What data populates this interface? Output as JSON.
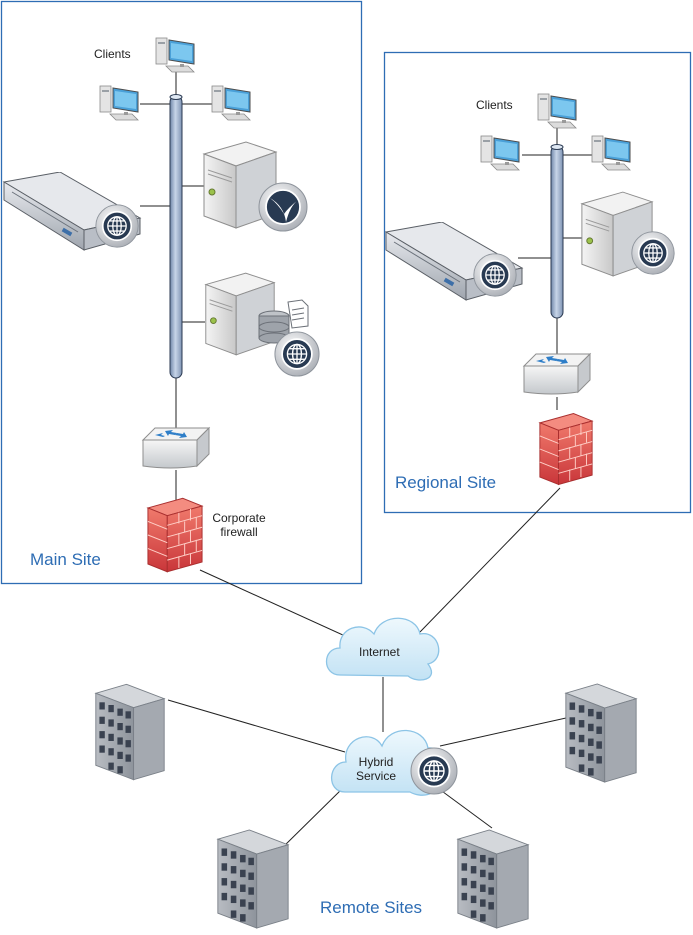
{
  "main_site": {
    "title": "Main Site",
    "clients_label": "Clients",
    "firewall_label_line1": "Corporate",
    "firewall_label_line2": "firewall"
  },
  "regional_site": {
    "title": "Regional Site",
    "clients_label": "Clients"
  },
  "internet": {
    "label": "Internet"
  },
  "hybrid": {
    "label_line1": "Hybrid",
    "label_line2": "Service"
  },
  "remote": {
    "title": "Remote Sites"
  },
  "colors": {
    "site_border": "#2e6db4",
    "site_title": "#2e6db4",
    "backbone": "#9fb3cf",
    "firewall": "#e05454",
    "cloud": "#d8eefa",
    "building": "#a7abb2"
  }
}
